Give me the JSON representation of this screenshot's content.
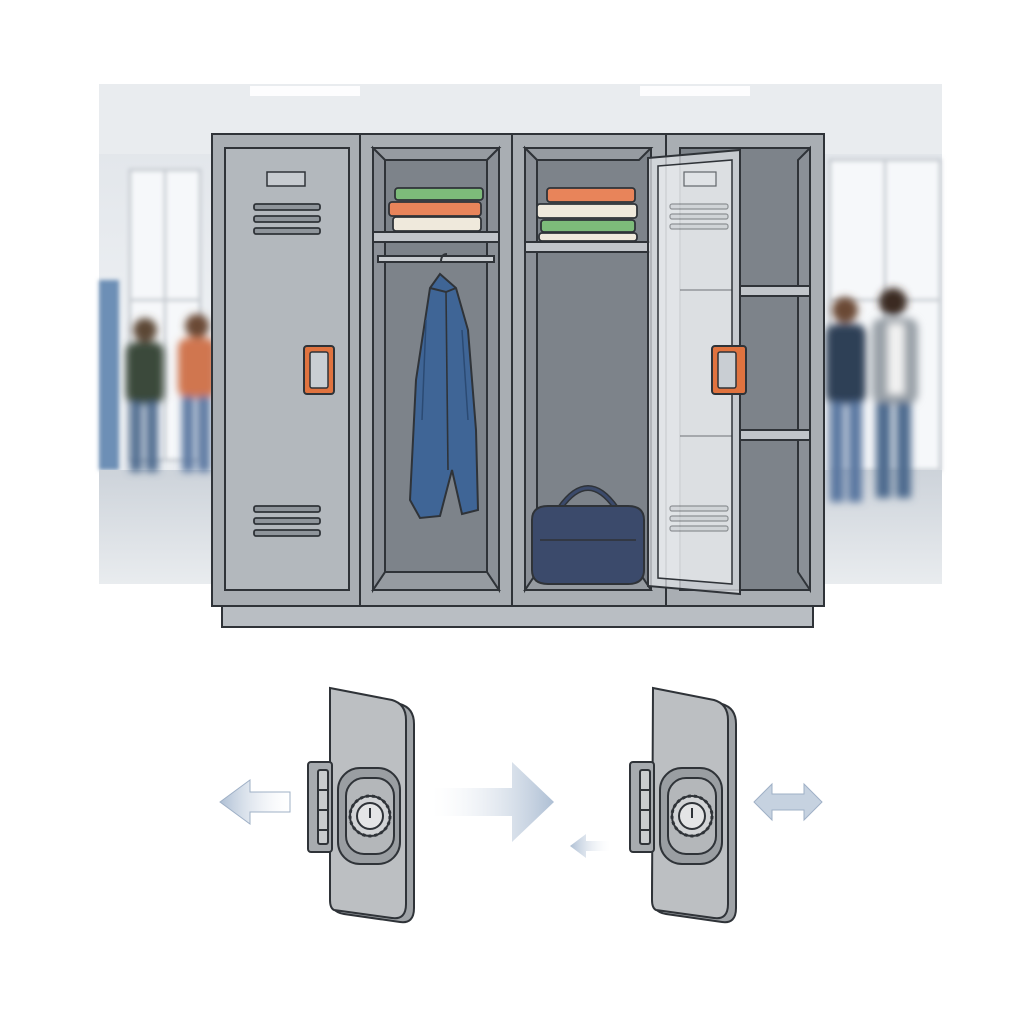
{
  "scene": {
    "setting": "school-hallway",
    "locker_count": 4,
    "lockers": [
      {
        "state": "closed",
        "contents": []
      },
      {
        "state": "open",
        "contents": [
          "book-stack",
          "hanging-jacket"
        ]
      },
      {
        "state": "open",
        "contents": [
          "book-stack",
          "duffel-bag"
        ]
      },
      {
        "state": "open-door-ajar",
        "contents": [
          "empty-shelves"
        ]
      }
    ],
    "students": 4
  },
  "lock_diagram": {
    "panels": [
      "lock-plate-left",
      "lock-plate-right"
    ],
    "arrows": [
      "left",
      "right",
      "left",
      "left-right"
    ]
  },
  "colors": {
    "background": "#ffffff",
    "locker_body": "#a9aeb3",
    "locker_door": "#b3b8bd",
    "locker_interior": "#7d838a",
    "outline": "#2f3338",
    "handle_accent": "#e0733f",
    "jacket": "#3f6596",
    "bag": "#3b4a6b",
    "book_green": "#7dbb7a",
    "book_orange": "#e8845a",
    "book_cream": "#efe9dc",
    "arrow": "#b8c6d8",
    "plate": "#b9bcbf"
  }
}
